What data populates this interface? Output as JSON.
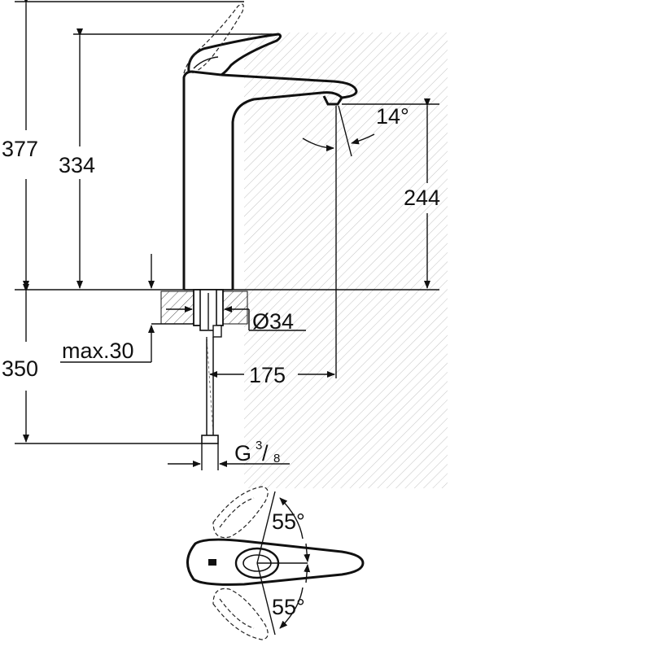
{
  "diagram": {
    "dimensions": {
      "total_height": "377",
      "spout_height": "334",
      "outlet_height": "244",
      "spout_angle": "14°",
      "tail_length": "350",
      "hole_diameter": "Ø34",
      "max_deck_thickness": "max.30",
      "projection": "175",
      "thread_prefix": "G",
      "thread_numerator": "3",
      "thread_denominator": "8",
      "handle_angle_left": "55°",
      "handle_angle_right": "55°"
    }
  }
}
